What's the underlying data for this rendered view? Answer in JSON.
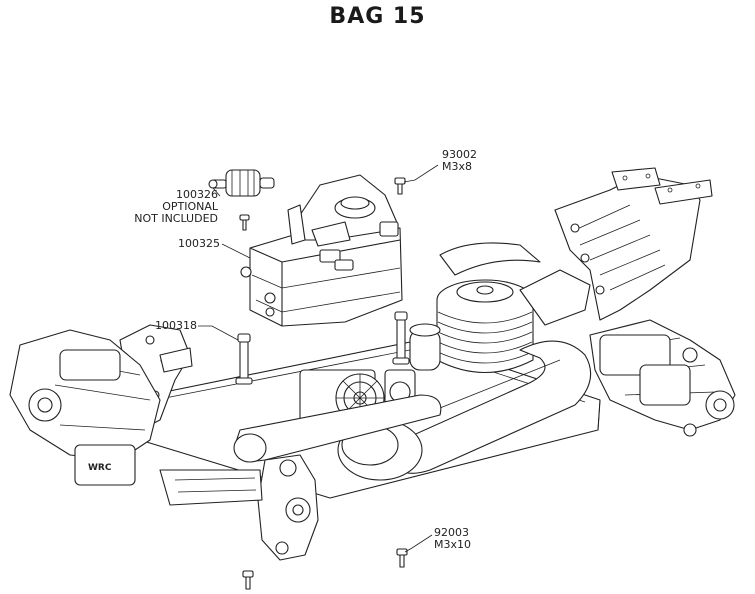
{
  "title": "BAG 15",
  "callouts": {
    "screw_top": {
      "part": "93002",
      "size": "M3x8"
    },
    "filter": {
      "part": "100326",
      "note1": "OPTIONAL",
      "note2": "NOT INCLUDED"
    },
    "tank": {
      "part": "100325"
    },
    "posts": {
      "part": "100318"
    },
    "screw_bottom": {
      "part": "92003",
      "size": "M3x10"
    }
  }
}
